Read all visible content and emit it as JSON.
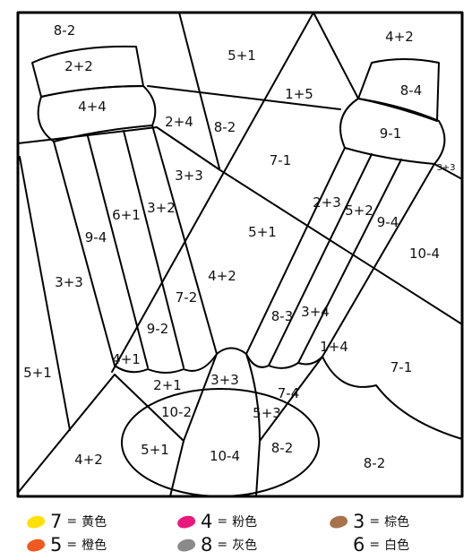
{
  "puzzle": {
    "labels": {
      "l01": "8-2",
      "l02": "5+1",
      "l03": "4+2",
      "l04": "2+2",
      "l05": "1+5",
      "l06": "8-4",
      "l07": "4+4",
      "l08": "2+4",
      "l09": "8-2",
      "l10": "9-1",
      "l11": "7-1",
      "l12": "3+3",
      "l13": "3+3",
      "l14": "6+1",
      "l15": "3+2",
      "l16": "2+3",
      "l17": "5+2",
      "l18": "9-4",
      "l19": "9-4",
      "l20": "5+1",
      "l21": "10-4",
      "l22": "3+3",
      "l23": "4+2",
      "l24": "7-2",
      "l25": "8-3",
      "l26": "3+4",
      "l27": "9-2",
      "l28": "1+4",
      "l29": "5+1",
      "l30": "4+1",
      "l31": "7-1",
      "l32": "3+3",
      "l33": "2+1",
      "l34": "7-4",
      "l35": "10-2",
      "l36": "5+3",
      "l37": "4+2",
      "l38": "5+1",
      "l39": "10-4",
      "l40": "8-2",
      "l41": "8-2"
    }
  },
  "legend": [
    {
      "number": "7",
      "color_name": "黄色",
      "color": "#FFE000"
    },
    {
      "number": "4",
      "color_name": "粉色",
      "color": "#E8187C"
    },
    {
      "number": "3",
      "color_name": "棕色",
      "color": "#A8734A"
    },
    {
      "number": "5",
      "color_name": "橙色",
      "color": "#F05A1E"
    },
    {
      "number": "8",
      "color_name": "灰色",
      "color": "#8A8A8A"
    },
    {
      "number": "6",
      "color_name": "白色",
      "color": ""
    }
  ]
}
